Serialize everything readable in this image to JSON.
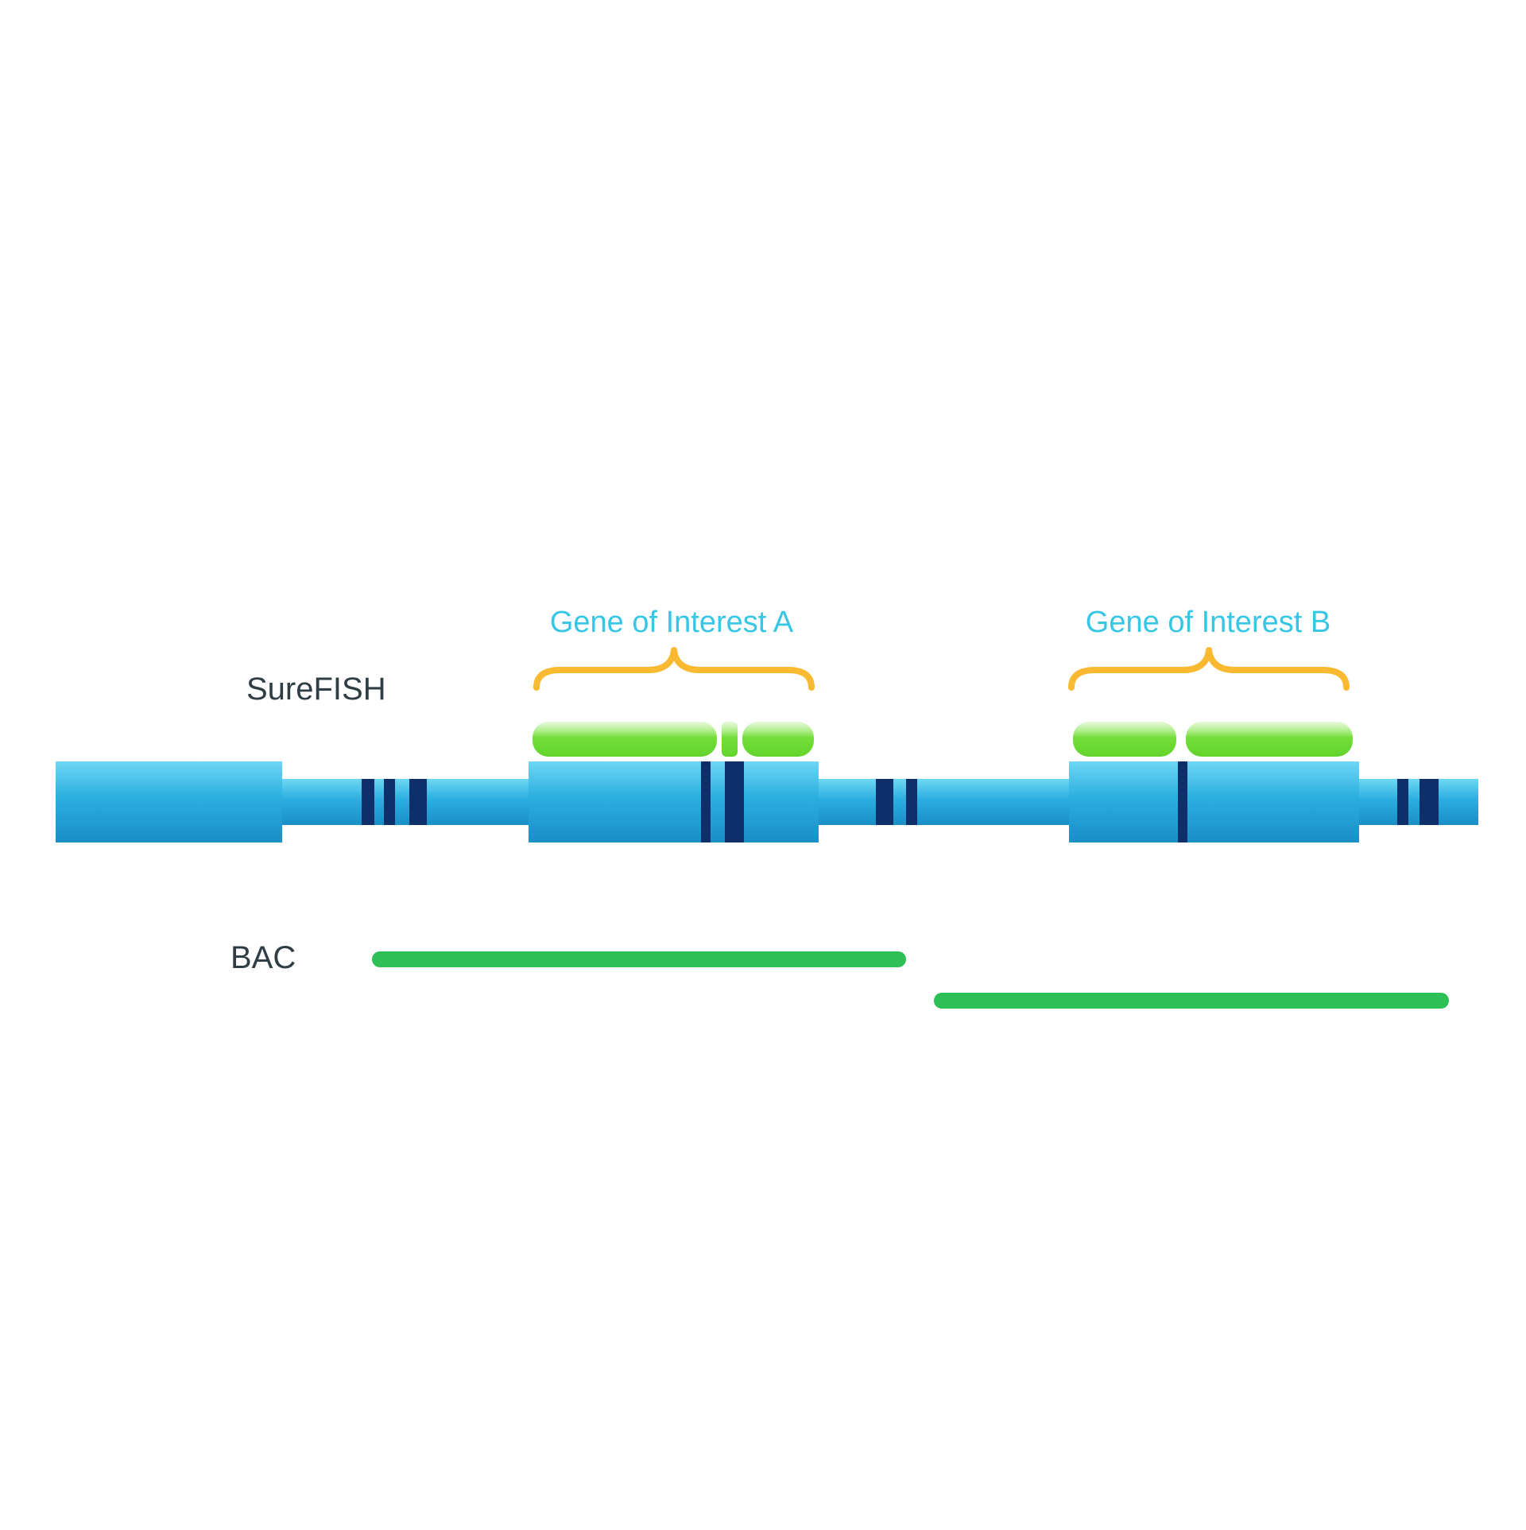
{
  "labels": {
    "surefish": "SureFISH",
    "bac": "BAC",
    "gene_a": "Gene of Interest A",
    "gene_b": "Gene of Interest B"
  },
  "colors": {
    "chromosome_top": "#6fd7f5",
    "chromosome_mid": "#2aaee0",
    "chromosome_bottom": "#1b8ec6",
    "band": "#0f2f6a",
    "probe_green": "#74de3b",
    "bac_green": "#2fbf57",
    "brace": "#f9b931",
    "gene_text": "#37c6e6",
    "dark_text": "#2f3d45"
  }
}
